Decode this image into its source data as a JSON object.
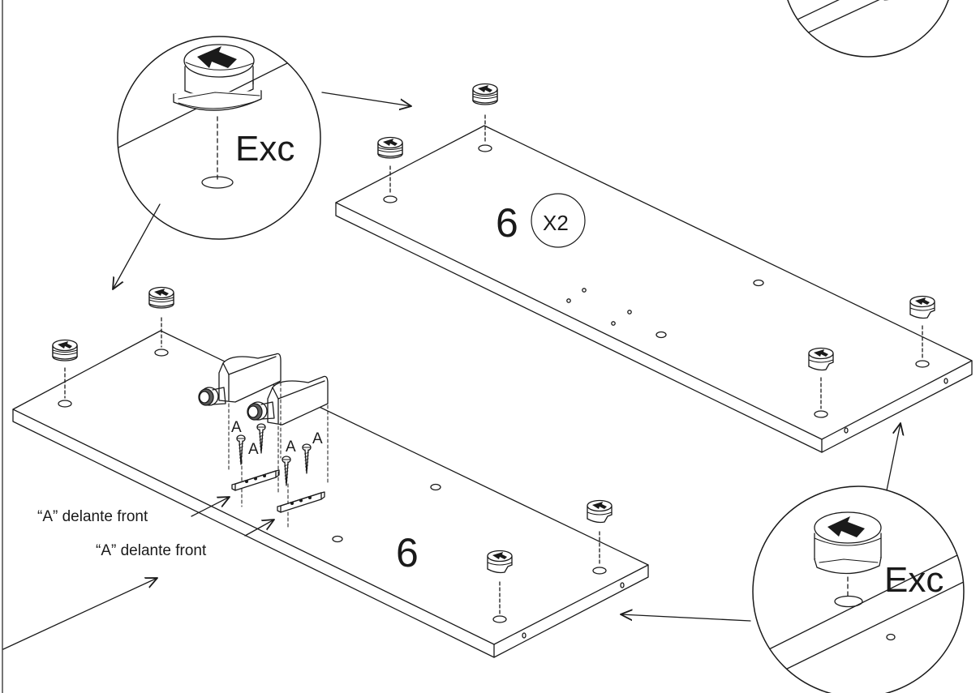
{
  "labels": {
    "exc_top": "Exc",
    "exc_bottom": "Exc",
    "panel_top_number": "6",
    "panel_top_multiplier": "X2",
    "panel_bottom_number": "6",
    "front_note_1": "“A” delante front",
    "front_note_2": "“A” delante front",
    "screw_label": "A"
  },
  "colors": {
    "ink": "#1a1a1a",
    "paper": "#ffffff",
    "shade": "#5c5c5c"
  }
}
